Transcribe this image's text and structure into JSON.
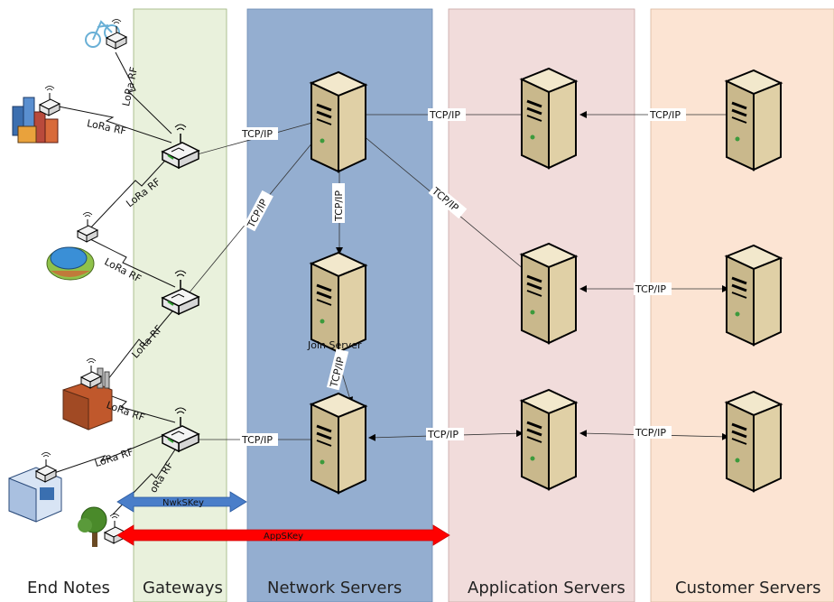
{
  "columns": {
    "end_nodes": "End Notes",
    "gateways": "Gateways",
    "network_servers": "Network Servers",
    "application_servers": "Application Servers",
    "customer_servers": "Customer Servers"
  },
  "labels": {
    "lora_rf": "LoRa RF",
    "lora_rf_clipped": "oRa RF",
    "tcp_ip": "TCP/IP",
    "join_server": "Join Server"
  },
  "keys": {
    "nwk": "NwkSKey",
    "app": "AppSKey"
  },
  "colors": {
    "gateways_band": "#e9f1dc",
    "network_band": "#94aed0",
    "application_band": "#f1dcdb",
    "customer_band": "#fce4d3",
    "nwk_arrow": "#4a7ec9",
    "app_arrow": "#ff0000"
  },
  "icons": [
    "bicycle-sensor-icon",
    "city-sensor-icon",
    "lake-sensor-icon",
    "factory-sensor-icon",
    "building-sensor-icon",
    "tree-sensor-icon",
    "gateway-router-icon",
    "server-icon"
  ]
}
